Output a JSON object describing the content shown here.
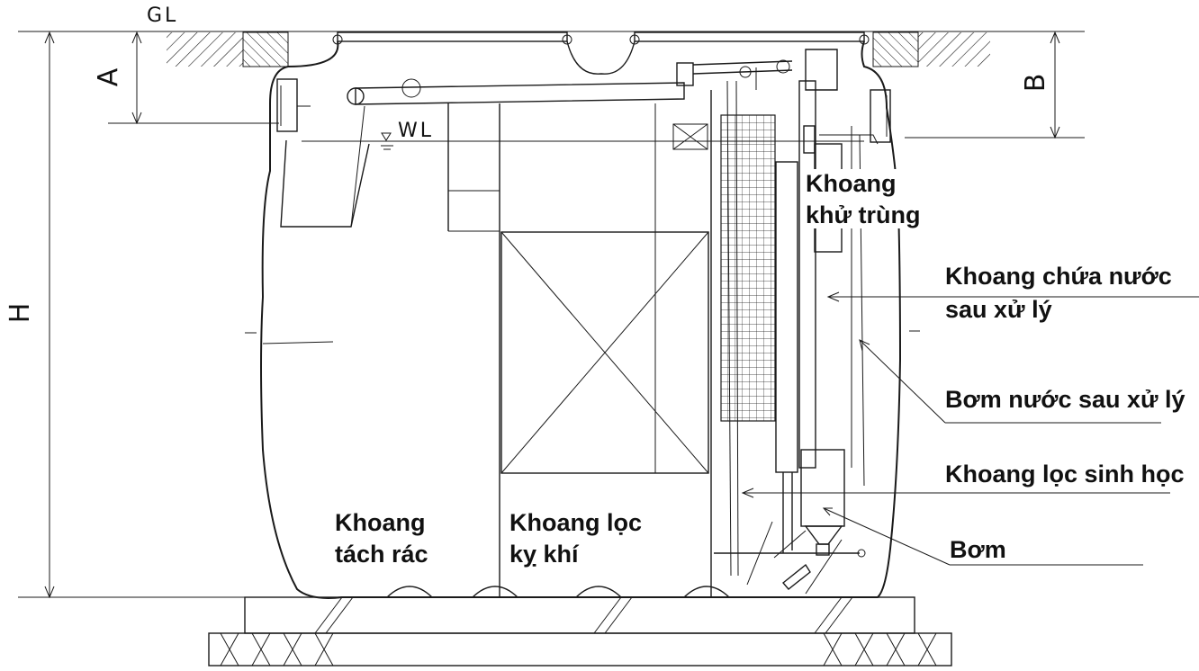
{
  "dimensions": {
    "ground_level": "GL",
    "water_level": "WL",
    "a": "A",
    "b": "B",
    "h": "H"
  },
  "chambers": {
    "trash_line1": "Khoang",
    "trash_line2": "tách rác",
    "anaerobic_line1": "Khoang lọc",
    "anaerobic_line2": "kỵ khí",
    "disinfection_line1": "Khoang",
    "disinfection_line2": "khử trùng"
  },
  "callouts": {
    "treated_water_line1": "Khoang chứa nước",
    "treated_water_line2": "sau xử lý",
    "treated_pump": "Bơm nước sau xử lý",
    "biofilter": "Khoang lọc sinh học",
    "pump": "Bơm"
  }
}
